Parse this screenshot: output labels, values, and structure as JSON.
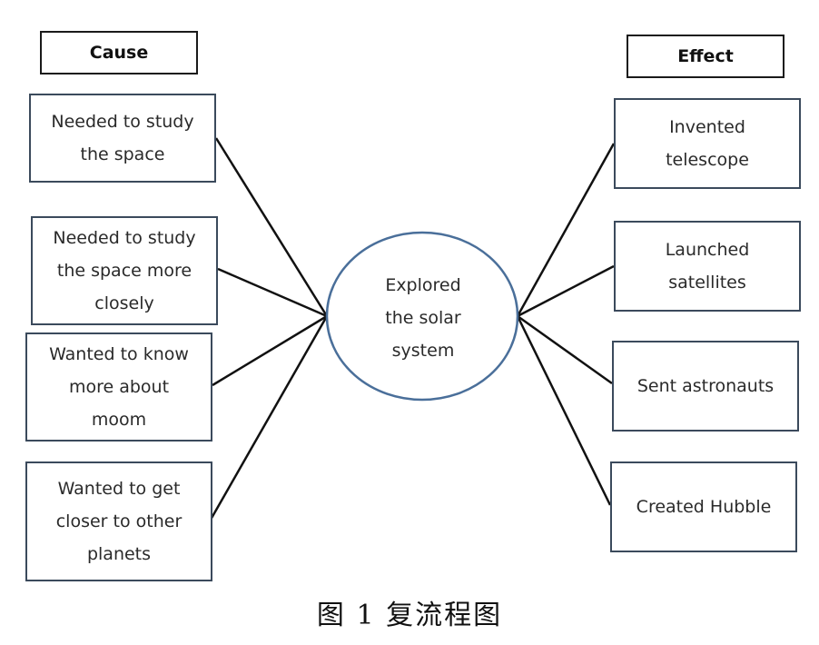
{
  "headers": {
    "cause": "Cause",
    "effect": "Effect"
  },
  "center": {
    "lines": [
      "Explored",
      "the solar",
      "system"
    ]
  },
  "causes": [
    {
      "lines": [
        "Needed to study",
        "the space"
      ]
    },
    {
      "lines": [
        "Needed to study",
        "the space more",
        "closely"
      ]
    },
    {
      "lines": [
        "Wanted to know",
        "more about",
        "moom"
      ]
    },
    {
      "lines": [
        "Wanted to get",
        "closer to other",
        "planets"
      ]
    }
  ],
  "effects": [
    {
      "lines": [
        "Invented",
        "telescope"
      ]
    },
    {
      "lines": [
        "Launched",
        "satellites"
      ]
    },
    {
      "lines": [
        "Sent astronauts"
      ]
    },
    {
      "lines": [
        "Created Hubble"
      ]
    }
  ],
  "caption": "图 1  复流程图",
  "colors": {
    "box_border": "#3b4a5c",
    "ellipse_border": "#4a6f9a",
    "line": "#111111"
  }
}
